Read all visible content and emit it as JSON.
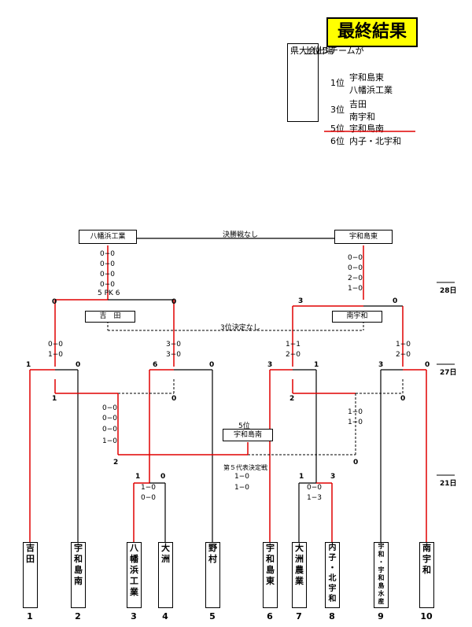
{
  "title": "最終結果",
  "qualify_note": [
    "上位５チームが",
    "県大会出場"
  ],
  "results": [
    {
      "rank": "1位",
      "team": "宇和島東"
    },
    {
      "rank": "",
      "team": "八幡浜工業"
    },
    {
      "rank": "3位",
      "team": "吉田"
    },
    {
      "rank": "",
      "team": "南宇和"
    },
    {
      "rank": "5位",
      "team": "宇和島南"
    },
    {
      "rank": "6位",
      "team": "内子・北宇和"
    }
  ],
  "dates": {
    "d28": "28日",
    "d27": "27日",
    "d21": "21日"
  },
  "final": {
    "left": "八幡浜工業",
    "right": "宇和島東",
    "note": "決勝戦なし"
  },
  "third": {
    "left": "吉　田",
    "right": "南宇和",
    "note": "3位決定なし"
  },
  "fifth": {
    "caption": "5位",
    "team": "宇和島南",
    "match_note": "第５代表決定戦",
    "scores": [
      "1−0",
      "1−0"
    ]
  },
  "scores": {
    "sf_left": [
      "0−0",
      "0−0",
      "0−0",
      "0−0",
      "5 PK 6"
    ],
    "sf_right": [
      "0−0",
      "0−0",
      "2−0",
      "1−0"
    ],
    "sf_left_a": "0",
    "sf_left_b": "0",
    "sf_right_a": "3",
    "sf_right_b": "0",
    "q1": [
      "0−0",
      "1−0"
    ],
    "q2": [
      "3−0",
      "3−0"
    ],
    "q3": [
      "1−1",
      "2−0"
    ],
    "q4": [
      "1−0",
      "2−0"
    ],
    "q1a": "1",
    "q1b": "0",
    "q2a": "6",
    "q2b": "0",
    "q3a": "3",
    "q3b": "1",
    "q4a": "3",
    "q4b": "0",
    "c1": [
      "0−0",
      "0−0",
      "0−0",
      "1−0"
    ],
    "c2": [
      "1−0",
      "1−0"
    ],
    "c1a": "1",
    "c1b": "0",
    "c2a": "2",
    "c2b": "0",
    "c3a": "2",
    "c3b": "0",
    "r1": [
      "1−0",
      "0−0"
    ],
    "r2": [
      "0−0",
      "1−3"
    ],
    "r1a": "1",
    "r1b": "0",
    "r2a": "1",
    "r2b": "3"
  },
  "teams": [
    {
      "num": "1",
      "chars": [
        "吉",
        "",
        "",
        "",
        "田"
      ]
    },
    {
      "num": "2",
      "chars": [
        "宇",
        "和",
        "島",
        "南"
      ]
    },
    {
      "num": "3",
      "chars": [
        "八",
        "幡",
        "浜",
        "工",
        "業"
      ]
    },
    {
      "num": "4",
      "chars": [
        "大",
        "",
        "",
        "",
        "洲"
      ]
    },
    {
      "num": "5",
      "chars": [
        "野",
        "",
        "",
        "",
        "村"
      ]
    },
    {
      "num": "6",
      "chars": [
        "宇",
        "和",
        "島",
        "東"
      ]
    },
    {
      "num": "7",
      "chars": [
        "大",
        "洲",
        "農",
        "業"
      ]
    },
    {
      "num": "8",
      "chars": [
        "内",
        "子",
        "・",
        "北",
        "宇",
        "和"
      ]
    },
    {
      "num": "9",
      "chars": [
        "宇",
        "和",
        "・",
        "宇",
        "和",
        "島",
        "水",
        "産"
      ]
    },
    {
      "num": "10",
      "chars": [
        "南",
        "",
        "宇",
        "",
        "和"
      ]
    }
  ]
}
